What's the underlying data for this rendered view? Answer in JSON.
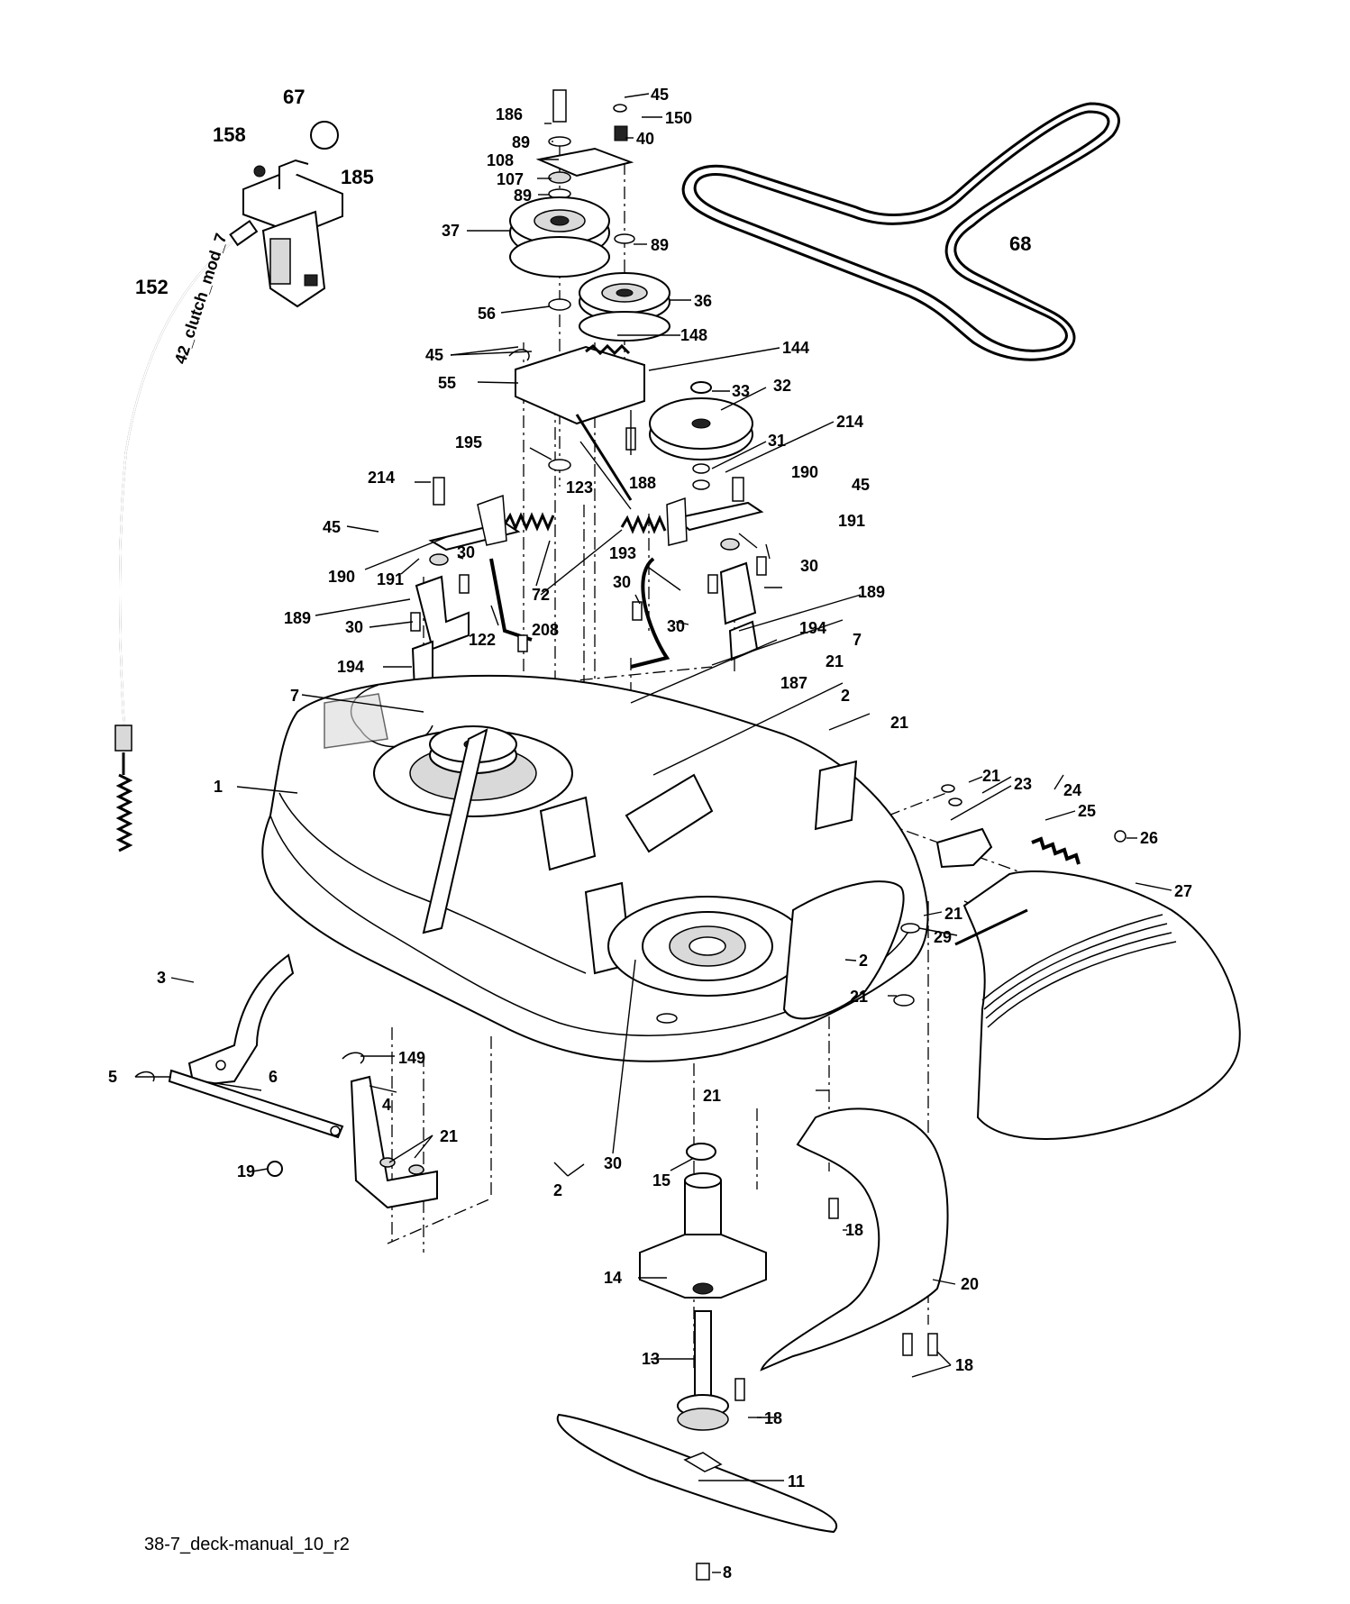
{
  "diagram": {
    "caption": "38-7_deck-manual_10_r2",
    "cable_marking": "42_clutch_mod_7",
    "callouts": [
      {
        "id": "c1",
        "text": "1"
      },
      {
        "id": "c2a",
        "text": "2"
      },
      {
        "id": "c2b",
        "text": "2"
      },
      {
        "id": "c2c",
        "text": "2"
      },
      {
        "id": "c3",
        "text": "3"
      },
      {
        "id": "c4",
        "text": "4"
      },
      {
        "id": "c5",
        "text": "5"
      },
      {
        "id": "c6",
        "text": "6"
      },
      {
        "id": "c7a",
        "text": "7"
      },
      {
        "id": "c7b",
        "text": "7"
      },
      {
        "id": "c8",
        "text": "8"
      },
      {
        "id": "c11",
        "text": "11"
      },
      {
        "id": "c13",
        "text": "13"
      },
      {
        "id": "c14",
        "text": "14"
      },
      {
        "id": "c15",
        "text": "15"
      },
      {
        "id": "c18a",
        "text": "18"
      },
      {
        "id": "c18b",
        "text": "18"
      },
      {
        "id": "c18c",
        "text": "18"
      },
      {
        "id": "c19",
        "text": "19"
      },
      {
        "id": "c20",
        "text": "20"
      },
      {
        "id": "c21a",
        "text": "21"
      },
      {
        "id": "c21b",
        "text": "21"
      },
      {
        "id": "c21c",
        "text": "21"
      },
      {
        "id": "c21d",
        "text": "21"
      },
      {
        "id": "c21e",
        "text": "21"
      },
      {
        "id": "c21f",
        "text": "21"
      },
      {
        "id": "c21g",
        "text": "21"
      },
      {
        "id": "c23",
        "text": "23"
      },
      {
        "id": "c24",
        "text": "24"
      },
      {
        "id": "c25",
        "text": "25"
      },
      {
        "id": "c26",
        "text": "26"
      },
      {
        "id": "c27",
        "text": "27"
      },
      {
        "id": "c29",
        "text": "29"
      },
      {
        "id": "c30a",
        "text": "30"
      },
      {
        "id": "c30b",
        "text": "30"
      },
      {
        "id": "c30c",
        "text": "30"
      },
      {
        "id": "c30d",
        "text": "30"
      },
      {
        "id": "c30e",
        "text": "30"
      },
      {
        "id": "c30f",
        "text": "30"
      },
      {
        "id": "c31",
        "text": "31"
      },
      {
        "id": "c32",
        "text": "32"
      },
      {
        "id": "c33",
        "text": "33"
      },
      {
        "id": "c36",
        "text": "36"
      },
      {
        "id": "c37",
        "text": "37"
      },
      {
        "id": "c40",
        "text": "40"
      },
      {
        "id": "c45a",
        "text": "45"
      },
      {
        "id": "c45b",
        "text": "45"
      },
      {
        "id": "c45c",
        "text": "45"
      },
      {
        "id": "c45d",
        "text": "45"
      },
      {
        "id": "c55",
        "text": "55"
      },
      {
        "id": "c56",
        "text": "56"
      },
      {
        "id": "c67",
        "text": "67"
      },
      {
        "id": "c68",
        "text": "68"
      },
      {
        "id": "c72",
        "text": "72"
      },
      {
        "id": "c89a",
        "text": "89"
      },
      {
        "id": "c89b",
        "text": "89"
      },
      {
        "id": "c89c",
        "text": "89"
      },
      {
        "id": "c107",
        "text": "107"
      },
      {
        "id": "c108",
        "text": "108"
      },
      {
        "id": "c122",
        "text": "122"
      },
      {
        "id": "c123",
        "text": "123"
      },
      {
        "id": "c144",
        "text": "144"
      },
      {
        "id": "c148",
        "text": "148"
      },
      {
        "id": "c149",
        "text": "149"
      },
      {
        "id": "c150",
        "text": "150"
      },
      {
        "id": "c152",
        "text": "152"
      },
      {
        "id": "c158",
        "text": "158"
      },
      {
        "id": "c185",
        "text": "185"
      },
      {
        "id": "c186",
        "text": "186"
      },
      {
        "id": "c187",
        "text": "187"
      },
      {
        "id": "c188",
        "text": "188"
      },
      {
        "id": "c189a",
        "text": "189"
      },
      {
        "id": "c189b",
        "text": "189"
      },
      {
        "id": "c190a",
        "text": "190"
      },
      {
        "id": "c190b",
        "text": "190"
      },
      {
        "id": "c191a",
        "text": "191"
      },
      {
        "id": "c191b",
        "text": "191"
      },
      {
        "id": "c193",
        "text": "193"
      },
      {
        "id": "c194a",
        "text": "194"
      },
      {
        "id": "c194b",
        "text": "194"
      },
      {
        "id": "c195",
        "text": "195"
      },
      {
        "id": "c208",
        "text": "208"
      },
      {
        "id": "c214a",
        "text": "214"
      },
      {
        "id": "c214b",
        "text": "214"
      }
    ]
  }
}
